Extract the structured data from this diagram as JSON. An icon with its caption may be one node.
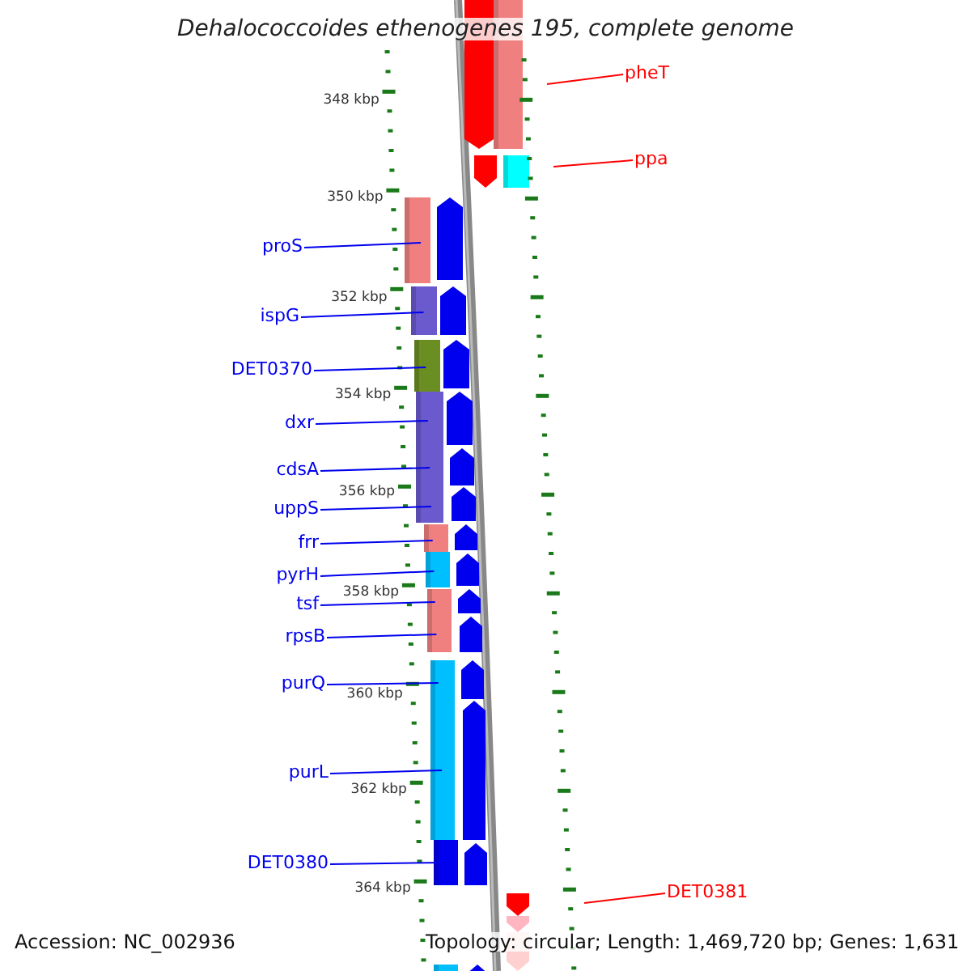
{
  "diagram": {
    "title": "Dehalococcoides ethenogenes 195, complete genome",
    "nodes": [
      {
        "text": [
          "pheT"
        ]
      },
      {
        "text": [
          "ppa"
        ]
      },
      {
        "text": [
          "proS"
        ]
      },
      {
        "text": [
          "ispG"
        ]
      },
      {
        "text": [
          "DET0370"
        ]
      },
      {
        "text": [
          "dxr"
        ]
      },
      {
        "text": [
          "cdsA"
        ]
      },
      {
        "text": [
          "uppS"
        ]
      },
      {
        "text": [
          "frr"
        ]
      },
      {
        "text": [
          "pyrH"
        ]
      },
      {
        "text": [
          "tsf"
        ]
      },
      {
        "text": [
          "rpsB"
        ]
      },
      {
        "text": [
          "purQ"
        ]
      },
      {
        "text": [
          "purL"
        ]
      },
      {
        "text": [
          "DET0380"
        ]
      },
      {
        "text": [
          "DET0381"
        ]
      }
    ],
    "edges": [
      {
        "from": 0,
        "to": null,
        "arrow": "none",
        "color": "#ff0000"
      },
      {
        "from": 1,
        "to": null,
        "arrow": "none",
        "color": "#ff0000"
      },
      {
        "from": 2,
        "to": null,
        "arrow": "none"
      },
      {
        "from": 3,
        "to": null,
        "arrow": "none"
      },
      {
        "from": 4,
        "to": null,
        "arrow": "none"
      },
      {
        "from": 5,
        "to": null,
        "arrow": "none"
      },
      {
        "from": 6,
        "to": null,
        "arrow": "none"
      },
      {
        "from": 7,
        "to": null,
        "arrow": "none"
      },
      {
        "from": 8,
        "to": null,
        "arrow": "none"
      },
      {
        "from": 9,
        "to": null,
        "arrow": "none"
      },
      {
        "from": 10,
        "to": null,
        "arrow": "none"
      },
      {
        "from": 11,
        "to": null,
        "arrow": "none"
      },
      {
        "from": 12,
        "to": null,
        "arrow": "none"
      },
      {
        "from": 13,
        "to": null,
        "arrow": "none"
      },
      {
        "from": 14,
        "to": null,
        "arrow": "none"
      },
      {
        "from": 15,
        "to": null,
        "arrow": "none",
        "color": "#ff0000"
      }
    ],
    "labels": [
      "348 kbp",
      "350 kbp",
      "352 kbp",
      "354 kbp",
      "356 kbp",
      "358 kbp",
      "360 kbp",
      "362 kbp",
      "364 kbp",
      "Accession: NC_002936",
      "Topology: circular; Length: 1,469,720 bp; Genes: 1,631"
    ]
  }
}
